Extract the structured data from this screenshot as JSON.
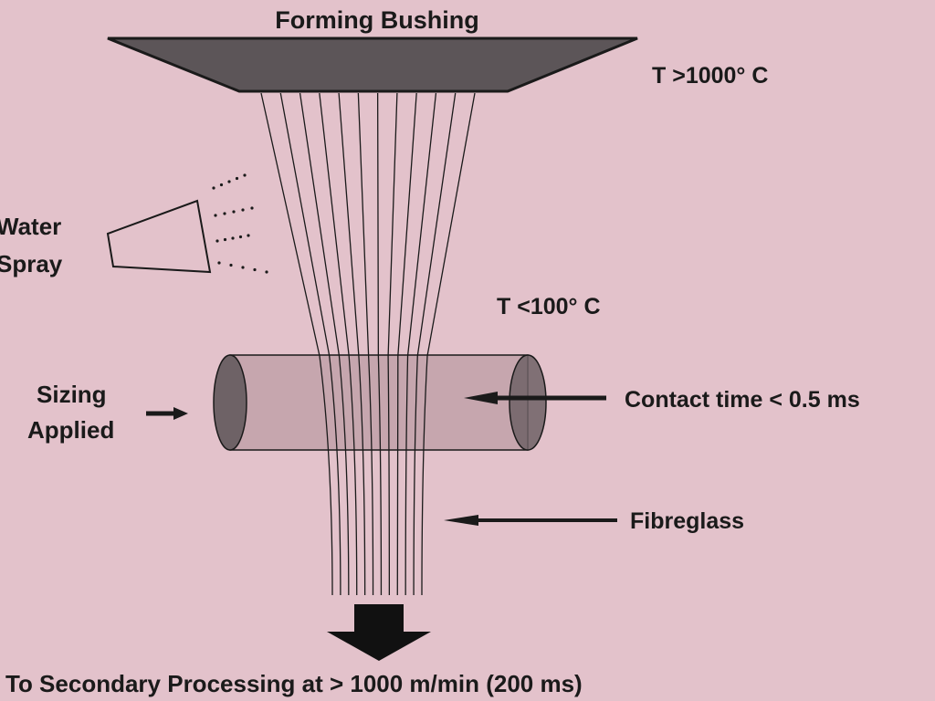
{
  "labels": {
    "forming_bushing": "Forming Bushing",
    "temp_high": "T >1000° C",
    "water_spray_line1": "Water",
    "water_spray_line2": "Spray",
    "temp_low": "T <100° C",
    "sizing_line1": "Sizing",
    "sizing_line2": "Applied",
    "contact_time": "Contact time < 0.5 ms",
    "fibreglass": "Fibreglass",
    "secondary_processing": "To Secondary Processing at > 1000 m/min (200 ms)"
  },
  "colors": {
    "background": "#e3c2cb",
    "bushing_fill": "#5c5558",
    "cylinder_body": "#c6a6ae",
    "cylinder_end": "#6e6266",
    "ink": "#1a1a1a"
  }
}
